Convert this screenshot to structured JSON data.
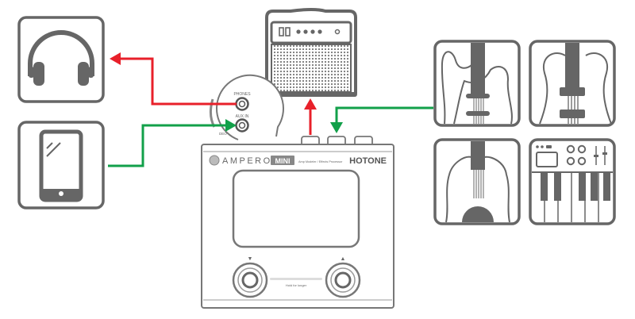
{
  "diagram": {
    "title": "Hotone Ampero Mini connection diagram",
    "colors": {
      "output": "#e8202a",
      "input": "#12a04a",
      "icon": "#666666"
    },
    "jacks": {
      "phones": "PHONES",
      "aux_in": "AUX IN",
      "video": "DEO"
    },
    "device": {
      "brand": "AMPERO",
      "model": "MINI",
      "subtitle": "Amp Modeler / Effects Processor",
      "maker": "HOTONE",
      "footswitch_left": "▼",
      "footswitch_right": "▲",
      "center_label": "Hold for longer"
    },
    "devices": [
      "headphones",
      "smartphone",
      "amplifier",
      "electric-guitar",
      "bass-guitar",
      "acoustic-guitar",
      "keyboard-synth"
    ]
  }
}
